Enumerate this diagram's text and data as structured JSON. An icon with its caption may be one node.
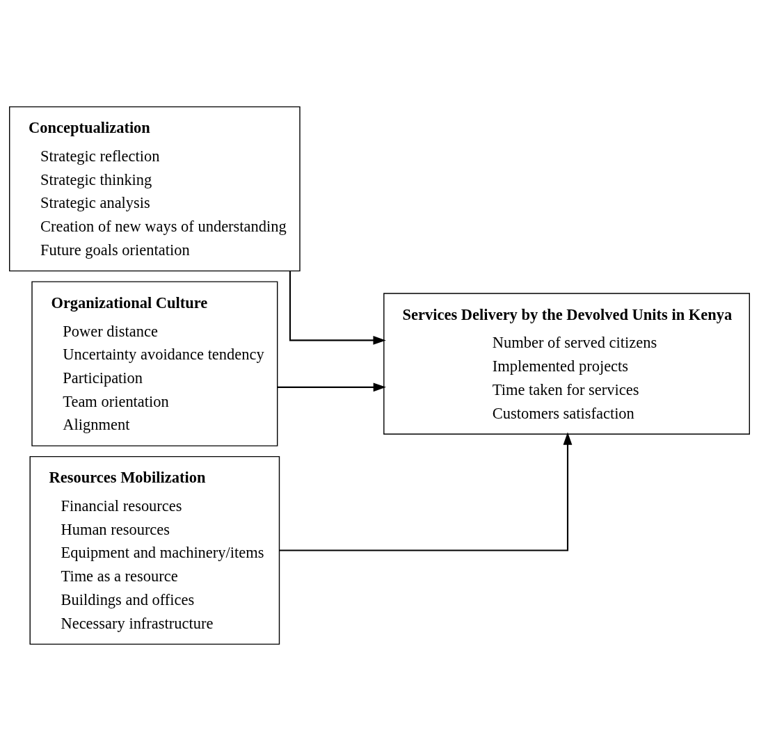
{
  "diagram": {
    "nodes": [
      {
        "text": [
          "Conceptualization",
          "Strategic reflection",
          "Strategic thinking",
          "Strategic analysis",
          "Creation of new ways of understanding",
          "Future goals orientation"
        ]
      },
      {
        "text": [
          "Organizational Culture",
          "Power distance",
          "Uncertainty avoidance tendency",
          "Participation",
          "Team orientation",
          "Alignment"
        ]
      },
      {
        "text": [
          "Resources Mobilization",
          "Financial resources",
          "Human resources",
          "Equipment and machinery/items",
          "Time as a resource",
          "Buildings and offices",
          "Necessary infrastructure"
        ]
      },
      {
        "text": [
          "Services Delivery by the Devolved Units in Kenya",
          "Number of served citizens",
          "Implemented projects",
          "Time taken for services",
          "Customers satisfaction"
        ]
      }
    ],
    "edges": [
      {
        "from": 0,
        "to": 3,
        "arrow": "to"
      },
      {
        "from": 1,
        "to": 3,
        "arrow": "to"
      },
      {
        "from": 2,
        "to": 3,
        "arrow": "to"
      }
    ]
  }
}
